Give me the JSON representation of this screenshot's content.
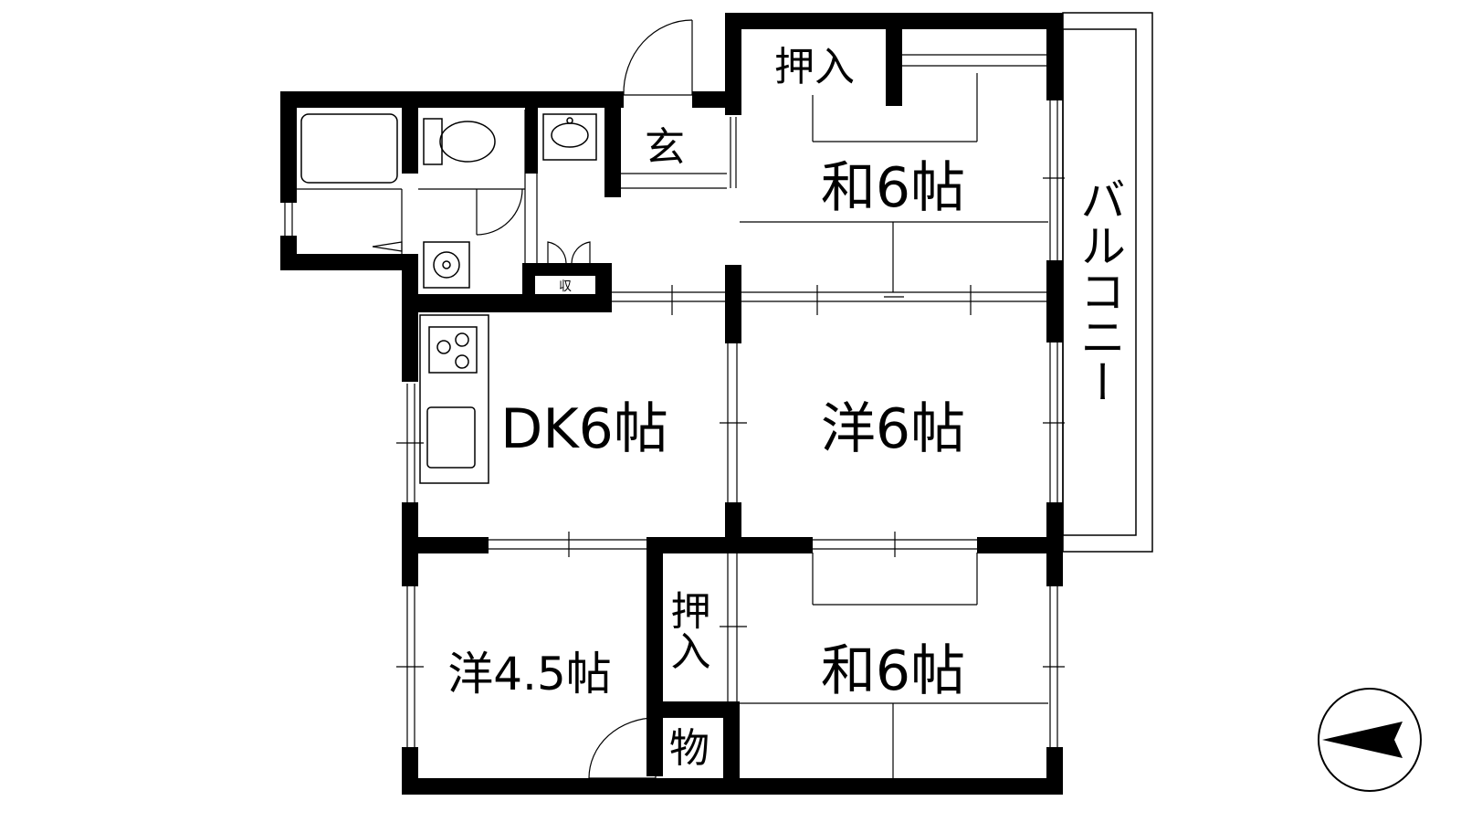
{
  "floor_plan": {
    "rooms": {
      "japanese_upper": "和6帖",
      "western_middle": "洋6帖",
      "dining_kitchen": "DK6帖",
      "western_small": "洋4.5帖",
      "japanese_lower": "和6帖"
    },
    "storage": {
      "closet_upper": "押入",
      "closet_lower": "押入",
      "storeroom": "物",
      "small_storage": "収"
    },
    "entrance": "玄",
    "balcony": "バルコニー"
  },
  "colors": {
    "wall": "#000000",
    "line": "#000000",
    "background": "#ffffff"
  },
  "icons": [
    "bathtub-icon",
    "toilet-icon",
    "washbasin-icon",
    "washing-machine-icon",
    "stove-icon",
    "sink-icon",
    "compass-icon"
  ]
}
